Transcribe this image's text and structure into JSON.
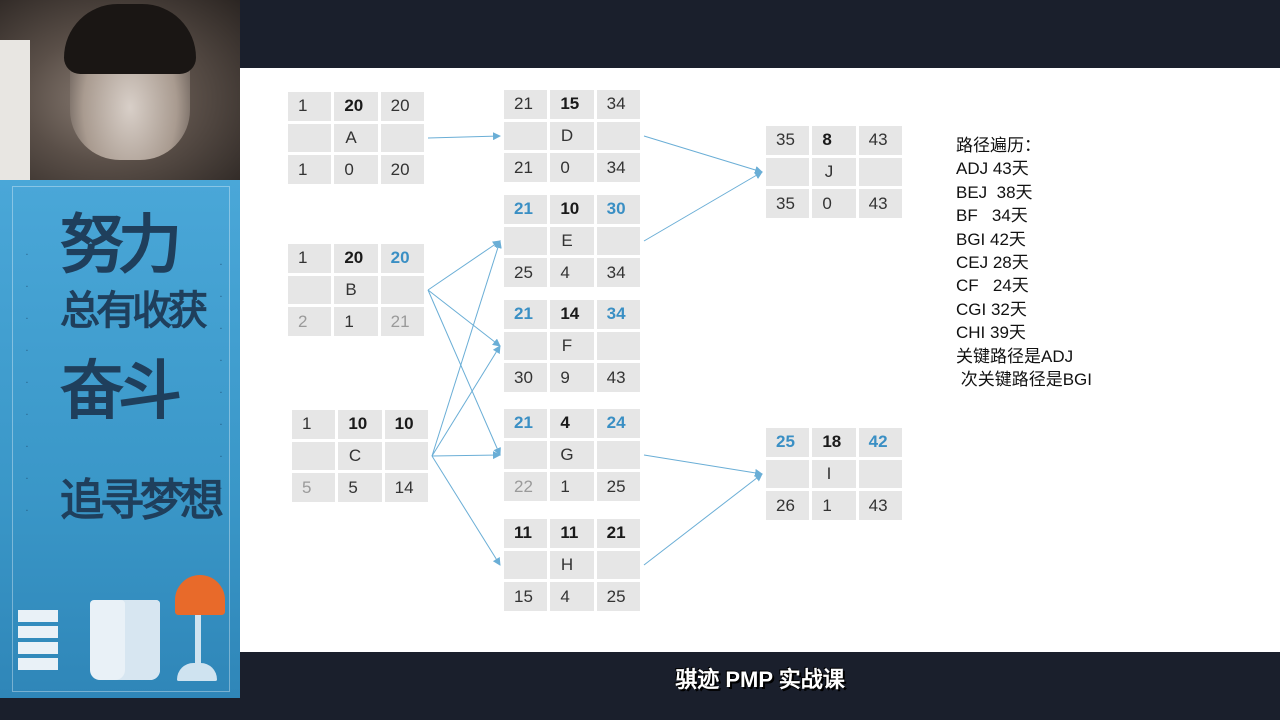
{
  "banner": {
    "slogan_line1": "努力",
    "slogan_line2": "总有收获",
    "slogan_line3": "奋斗",
    "slogan_line4": "追寻梦想",
    "icons": [
      "book-icon",
      "lamp-icon",
      "book-stack-icon"
    ]
  },
  "nodes": {
    "A": {
      "es": "1",
      "dur": "20",
      "ef": "20",
      "name": "A",
      "ls": "1",
      "slack": "0",
      "lf": "20"
    },
    "B": {
      "es": "1",
      "dur": "20",
      "ef": "20",
      "name": "B",
      "ls": "2",
      "slack": "1",
      "lf": "21"
    },
    "C": {
      "es": "1",
      "dur": "10",
      "ef": "10",
      "name": "C",
      "ls": "5",
      "slack": "5",
      "lf": "14"
    },
    "D": {
      "es": "21",
      "dur": "15",
      "ef": "34",
      "name": "D",
      "ls": "21",
      "slack": "0",
      "lf": "34"
    },
    "E": {
      "es": "21",
      "dur": "10",
      "ef": "30",
      "name": "E",
      "ls": "25",
      "slack": "4",
      "lf": "34"
    },
    "F": {
      "es": "21",
      "dur": "14",
      "ef": "34",
      "name": "F",
      "ls": "30",
      "slack": "9",
      "lf": "43"
    },
    "G": {
      "es": "21",
      "dur": "4",
      "ef": "24",
      "name": "G",
      "ls": "22",
      "slack": "1",
      "lf": "25"
    },
    "H": {
      "es": "11",
      "dur": "11",
      "ef": "21",
      "name": "H",
      "ls": "15",
      "slack": "4",
      "lf": "25"
    },
    "J": {
      "es": "35",
      "dur": "8",
      "ef": "43",
      "name": "J",
      "ls": "35",
      "slack": "0",
      "lf": "43"
    },
    "I": {
      "es": "25",
      "dur": "18",
      "ef": "42",
      "name": "I",
      "ls": "26",
      "slack": "1",
      "lf": "43"
    }
  },
  "edges": [
    [
      "A",
      "D"
    ],
    [
      "B",
      "E"
    ],
    [
      "B",
      "F"
    ],
    [
      "B",
      "G"
    ],
    [
      "C",
      "E"
    ],
    [
      "C",
      "F"
    ],
    [
      "C",
      "G"
    ],
    [
      "C",
      "H"
    ],
    [
      "D",
      "J"
    ],
    [
      "E",
      "J"
    ],
    [
      "G",
      "I"
    ],
    [
      "H",
      "I"
    ]
  ],
  "path_list": {
    "title": "路径遍历：",
    "items": [
      "ADJ 43天",
      "BEJ  38天",
      "BF   34天",
      "BGI 42天",
      "CEJ 28天",
      "CF   24天",
      "CGI 32天",
      "CHI 39天"
    ],
    "critical": "关键路径是ADJ",
    "secondary": " 次关键路径是BGI"
  },
  "caption": "骐迹 PMP 实战课",
  "colors": {
    "highlight_blue": "#3a8fc4",
    "cell_bg": "#e6e6e6",
    "banner_blue": "#4aa7d8",
    "arrow": "#6aaed6"
  }
}
